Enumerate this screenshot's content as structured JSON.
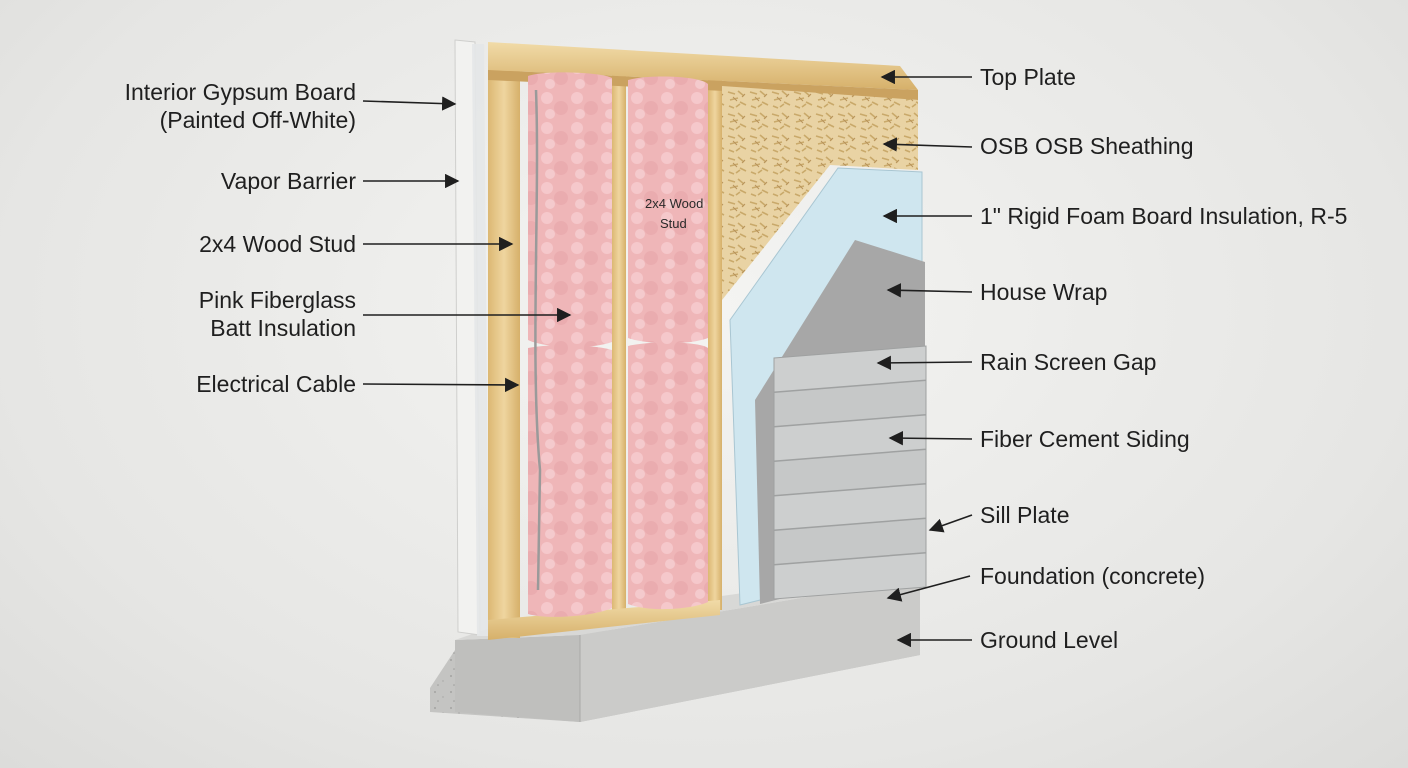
{
  "labels_left": [
    {
      "id": "interior-gypsum-board",
      "lines": [
        "Interior Gypsum Board",
        "(Painted Off-White)"
      ]
    },
    {
      "id": "vapor-barrier",
      "lines": [
        "Vapor Barrier"
      ]
    },
    {
      "id": "wood-stud",
      "lines": [
        "2x4 Wood Stud"
      ]
    },
    {
      "id": "fiberglass-insulation",
      "lines": [
        "Pink Fiberglass",
        "Batt Insulation"
      ]
    },
    {
      "id": "electrical-cable",
      "lines": [
        "Electrical Cable"
      ]
    }
  ],
  "labels_right": [
    {
      "id": "top-plate",
      "lines": [
        "Top Plate"
      ]
    },
    {
      "id": "osb-sheathing",
      "lines": [
        "OSB OSB Sheathing"
      ]
    },
    {
      "id": "rigid-foam",
      "lines": [
        "1\" Rigid Foam Board Insulation, R-5"
      ]
    },
    {
      "id": "house-wrap",
      "lines": [
        "House Wrap"
      ]
    },
    {
      "id": "rain-screen-gap",
      "lines": [
        "Rain Screen Gap"
      ]
    },
    {
      "id": "fiber-cement-siding",
      "lines": [
        "Fiber Cement Siding"
      ]
    },
    {
      "id": "sill-plate",
      "lines": [
        "Sill Plate"
      ]
    },
    {
      "id": "foundation",
      "lines": [
        "Foundation (concrete)"
      ]
    },
    {
      "id": "ground-level",
      "lines": [
        "Ground Level"
      ]
    }
  ],
  "stud_marking": [
    "2x4 Wood",
    "Stud"
  ],
  "colors": {
    "wood": "#e7c98c",
    "insulation": "#efb6b8",
    "osb": "#e9d3a4",
    "foam": "#cfe6ef",
    "house_wrap": "#a9a9a9",
    "siding": "#c9cbcb",
    "concrete": "#c4c4c2",
    "text": "#1f1f1f"
  }
}
